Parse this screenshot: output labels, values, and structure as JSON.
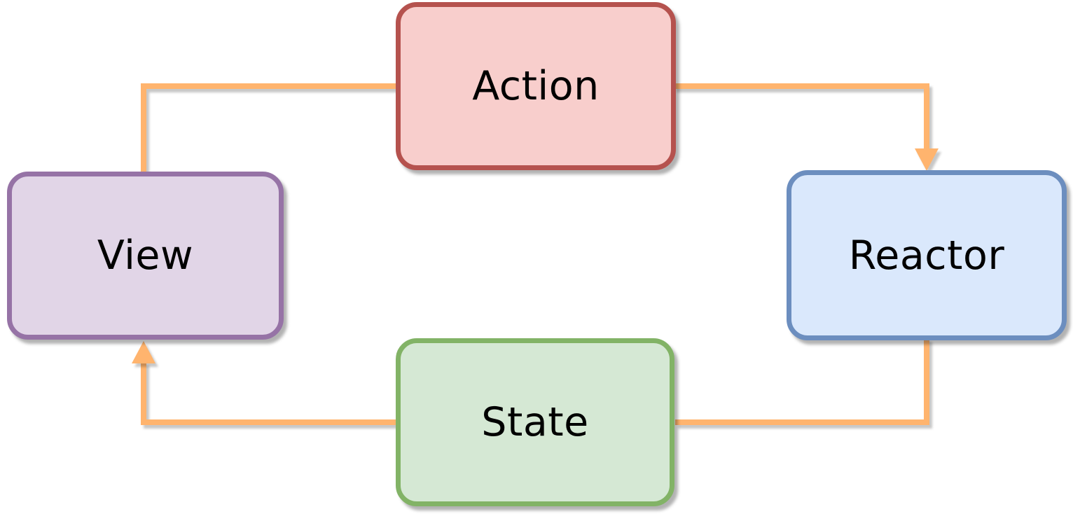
{
  "diagram": {
    "type": "flow-cycle",
    "description": "Unidirectional data flow cycle diagram",
    "nodes": [
      {
        "id": "action",
        "label": "Action",
        "fill": "#f8cecc",
        "border": "#b5524e"
      },
      {
        "id": "reactor",
        "label": "Reactor",
        "fill": "#dae8fc",
        "border": "#6c8ebf"
      },
      {
        "id": "view",
        "label": "View",
        "fill": "#e1d5e7",
        "border": "#9673a6"
      },
      {
        "id": "state",
        "label": "State",
        "fill": "#d5e8d4",
        "border": "#82b366"
      }
    ],
    "edges": [
      {
        "from": "view",
        "to": "action",
        "arrowhead": false
      },
      {
        "from": "action",
        "to": "reactor",
        "arrowhead": true
      },
      {
        "from": "reactor",
        "to": "state",
        "arrowhead": false
      },
      {
        "from": "state",
        "to": "view",
        "arrowhead": true
      }
    ],
    "colors": {
      "arrow": "#ffb46e",
      "background": "#ffffff",
      "text": "#000000"
    }
  }
}
